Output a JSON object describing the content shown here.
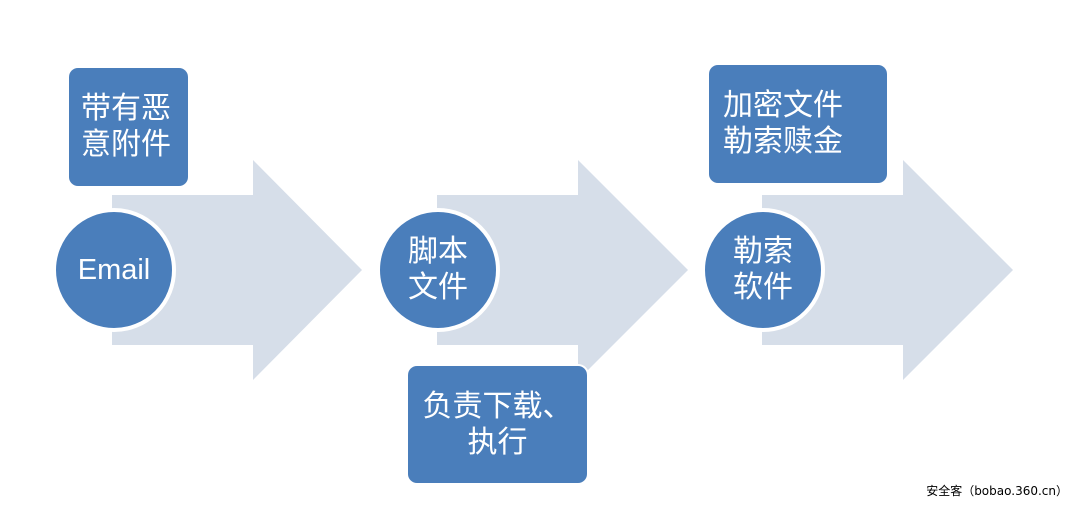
{
  "colors": {
    "arrow_fill": "#d6dee9",
    "node_fill": "#4a7ebb",
    "text": "#ffffff"
  },
  "stages": [
    {
      "circle_lines": [
        "Email"
      ],
      "box_lines": [
        "带有恶",
        "意附件"
      ]
    },
    {
      "circle_lines": [
        "脚本",
        "文件"
      ],
      "box_lines": [
        "负责下载、",
        "执行"
      ]
    },
    {
      "circle_lines": [
        "勒索",
        "软件"
      ],
      "box_lines": [
        "加密文件",
        "勒索赎金"
      ]
    }
  ],
  "watermark": "安全客（bobao.360.cn）"
}
